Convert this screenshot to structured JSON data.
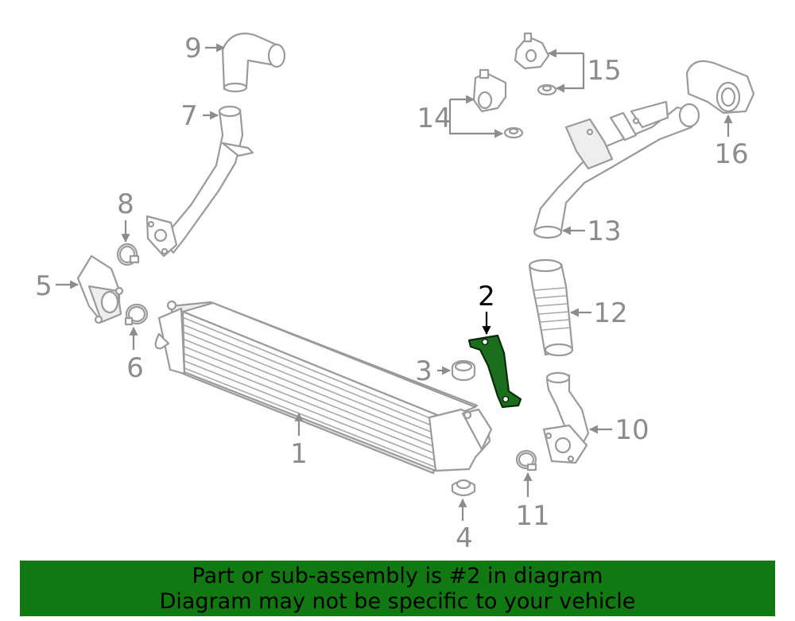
{
  "diagram": {
    "callouts": [
      "1",
      "2",
      "3",
      "4",
      "5",
      "6",
      "7",
      "8",
      "9",
      "10",
      "11",
      "12",
      "13",
      "14",
      "15",
      "16"
    ],
    "highlighted_part": "2",
    "highlight_color": "#1b6e1b",
    "part_line_color": "#9a9a9a"
  },
  "banner": {
    "line1": "Part or sub-assembly is #2 in diagram",
    "line2": "Diagram may not be specific to your vehicle",
    "background_color": "#127812"
  }
}
